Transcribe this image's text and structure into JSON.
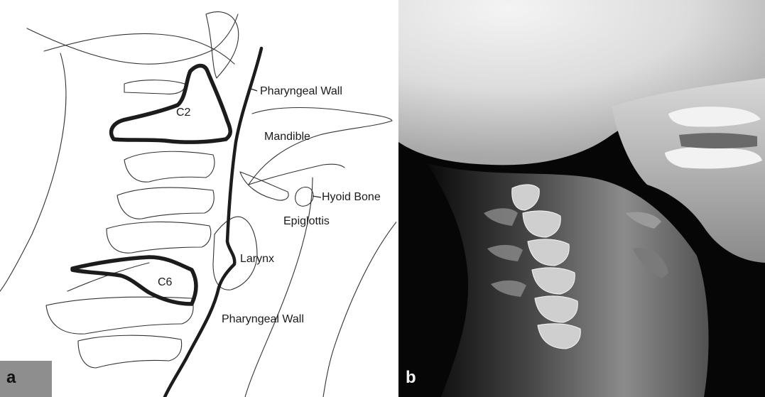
{
  "panel_a": {
    "tag": "a",
    "labels": {
      "pharyngeal_wall_upper": "Pharyngeal Wall",
      "mandible": "Mandible",
      "c2": "C2",
      "hyoid_bone": "Hyoid Bone",
      "epiglottis": "Epiglottis",
      "larynx": "Larynx",
      "c6": "C6",
      "pharyngeal_wall_lower": "Pharyngeal Wall"
    }
  },
  "panel_b": {
    "tag": "b"
  },
  "colors": {
    "outline": "#1c1c1c",
    "panel_a_tag_bg": "#8e8e8e",
    "xray_background": "#060606"
  }
}
